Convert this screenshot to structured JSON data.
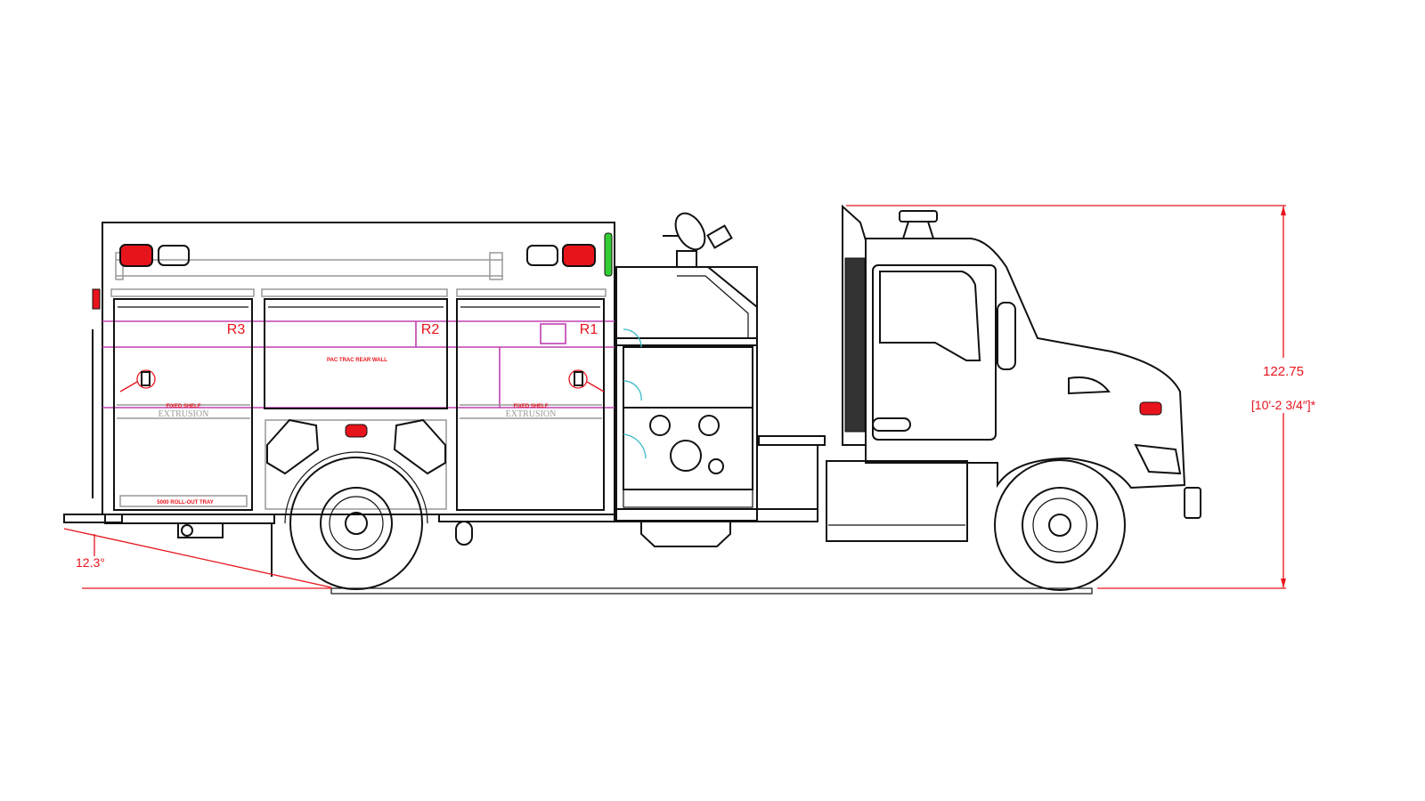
{
  "drawing": {
    "compartments": {
      "r3": "R3",
      "r2": "R2",
      "r1": "R1"
    },
    "labels": {
      "rear_wall": "PAC TRAC REAR WALL",
      "fixed_shelf_left": "FIXED SHELF",
      "fixed_shelf_right": "FIXED SHELF",
      "extrusion_left": "EXTRUSION",
      "extrusion_right": "EXTRUSION",
      "roll_out_tray": "5000 ROLL-OUT TRAY"
    },
    "dimensions": {
      "height_in": "122.75",
      "height_ft": "[10′-2  3/4″]*",
      "departure_angle": "12.3°"
    },
    "colors": {
      "line": "#111111",
      "dimension": "#e8141c",
      "layout": "#c040b0",
      "swing": "#3bb8c8"
    }
  }
}
